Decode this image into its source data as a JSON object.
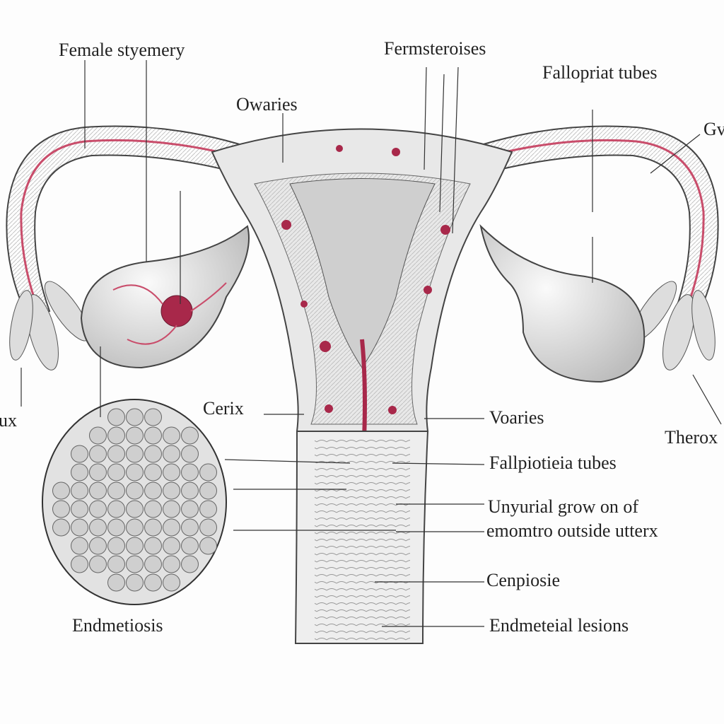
{
  "labels": {
    "female_system": "Female styemery",
    "ovaries_top": "Owaries",
    "fermsteroises": "Fermsteroises",
    "fallopian_top": "Fallopriat tubes",
    "gv_cut": "Gv",
    "ux_cut": "ux",
    "cervix": "Cerix",
    "ovaries_right": "Voaries",
    "therox_cut": "Therox",
    "fallopian_bottom": "Fallpiotieia tubes",
    "unusual_growth_line1": "Unyurial grow on of",
    "unusual_growth_line2": "emomtro outside utterx",
    "cenpiosie": "Cenpiosie",
    "endometriosis": "Endmetiosis",
    "endometrial_lesions": "Endmeteial lesions"
  },
  "colors": {
    "ink": "#333333",
    "tissue": "#d9d9d9",
    "lesion": "#a8284a",
    "highlight": "#c94d6b"
  }
}
